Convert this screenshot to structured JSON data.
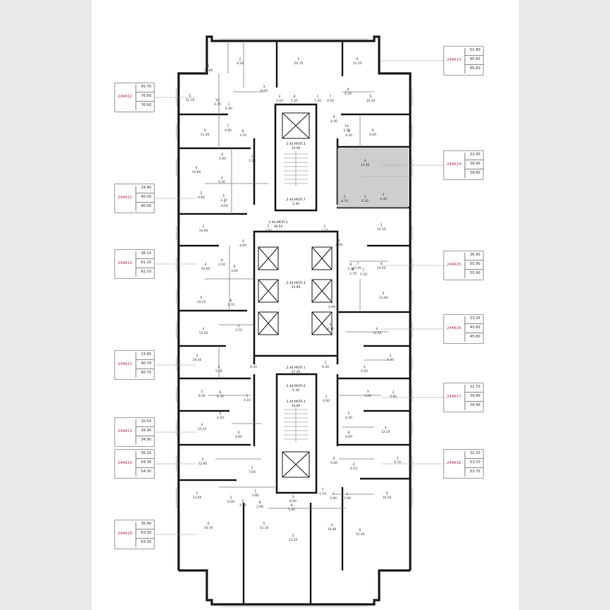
{
  "colors": {
    "wall": "#1a1a1a",
    "thin": "#7a7a7a",
    "highlight": "#bdbdbd",
    "code": "#b02a45"
  },
  "apartments": [
    {
      "code": "244612",
      "values": [
        "45.70",
        "76.60",
        "76.60"
      ]
    },
    {
      "code": "244611",
      "values": [
        "24.40",
        "40.00",
        "40.00"
      ]
    },
    {
      "code": "244610",
      "values": [
        "38.10",
        "61.10",
        "61.10"
      ]
    },
    {
      "code": "244622",
      "values": [
        "23.80",
        "40.70",
        "40.70"
      ]
    },
    {
      "code": "244621",
      "values": [
        "20.50",
        "34.90",
        "34.90"
      ]
    },
    {
      "code": "244620",
      "values": [
        "36.10",
        "54.30",
        "54.30"
      ]
    },
    {
      "code": "244619",
      "values": [
        "35.40",
        "63.30",
        "63.30"
      ]
    },
    {
      "code": "244613",
      "values": [
        "51.80",
        "85.60",
        "85.60"
      ]
    },
    {
      "code": "244614",
      "values": [
        "22.30",
        "39.90",
        "39.90"
      ]
    },
    {
      "code": "244615",
      "values": [
        "36.90",
        "55.90",
        "55.90"
      ]
    },
    {
      "code": "244616",
      "values": [
        "23.30",
        "45.60",
        "45.60"
      ]
    },
    {
      "code": "244617",
      "values": [
        "21.70",
        "34.90",
        "34.90"
      ]
    },
    {
      "code": "244618",
      "values": [
        "31.20",
        "53.70",
        "53.70"
      ]
    }
  ],
  "common_areas": [
    {
      "id": "2.44.МОП.5",
      "area": "14.00"
    },
    {
      "id": "2.44.МОП.7",
      "area": "2.30"
    },
    {
      "id": "2.44.МОП.2",
      "area": "36.50"
    },
    {
      "id": "2.44.МОП.3",
      "area": "25.90"
    },
    {
      "id": "2.44.МОП.1",
      "area": "37.20"
    },
    {
      "id": "2.44.МОП.6",
      "area": "2.30"
    },
    {
      "id": "2.44.МОП.4",
      "area": "14.00"
    }
  ],
  "rooms": [
    [
      "6",
      "12.80"
    ],
    [
      "2",
      "4.50"
    ],
    [
      "2",
      "20.70"
    ],
    [
      "6",
      "11.50"
    ],
    [
      "5",
      "12.10"
    ],
    [
      "10",
      "4.70"
    ],
    [
      "3",
      "6.00"
    ],
    [
      "4",
      "5.10"
    ],
    [
      "8",
      "5.20"
    ],
    [
      "1",
      "7.20"
    ],
    [
      "7",
      "4.50"
    ],
    [
      "9",
      "6.20"
    ],
    [
      "5",
      "10.20"
    ],
    [
      "1",
      "6.40"
    ],
    [
      "7",
      "4.90"
    ],
    [
      "4",
      "11.30"
    ],
    [
      "8",
      "3.70"
    ],
    [
      "9",
      "4.40"
    ],
    [
      "10",
      "3.70"
    ],
    [
      "8",
      "4.40"
    ],
    [
      "4",
      "9.40"
    ],
    [
      "4",
      "14.80"
    ],
    [
      "6",
      "2.00"
    ],
    [
      "3",
      "4.30"
    ],
    [
      "2",
      "9.60"
    ],
    [
      "1",
      "2.30"
    ],
    [
      "4",
      "13.90"
    ],
    [
      "1",
      "8.70"
    ],
    [
      "3",
      "6.30"
    ],
    [
      "2",
      "4.40"
    ],
    [
      "5",
      "3.70"
    ],
    [
      "1",
      "4.00"
    ],
    [
      "2",
      "14.00"
    ],
    [
      "1",
      "3.50"
    ],
    [
      "1",
      "3.50"
    ],
    [
      "2",
      "13.30"
    ],
    [
      "3",
      "4.00"
    ],
    [
      "3",
      "4.00"
    ],
    [
      "4",
      "10.00"
    ],
    [
      "9",
      "2.50"
    ],
    [
      "6",
      "3.90"
    ],
    [
      "7",
      "5.40"
    ],
    [
      "4",
      "10.20"
    ],
    [
      "8",
      "2.30"
    ],
    [
      "6",
      "2.70"
    ],
    [
      "7",
      "5.50"
    ],
    [
      "5",
      "14.10"
    ],
    [
      "8",
      "2.70"
    ],
    [
      "5",
      "4.60"
    ],
    [
      "5",
      "13.40"
    ],
    [
      "3",
      "3.70"
    ],
    [
      "6",
      "4.30"
    ],
    [
      "4",
      "13.50"
    ],
    [
      "4",
      "13.50"
    ],
    [
      "2",
      "10.30"
    ],
    [
      "1",
      "8.20"
    ],
    [
      "1",
      "8.30"
    ],
    [
      "3",
      "5.00"
    ],
    [
      "3",
      "5.10"
    ],
    [
      "2",
      "9.80"
    ],
    [
      "2",
      "8.30"
    ],
    [
      "6",
      "6.70"
    ],
    [
      "1",
      "4.10"
    ],
    [
      "1",
      "4.00"
    ],
    [
      "3",
      "5.00"
    ],
    [
      "2",
      "9.80"
    ],
    [
      "5",
      "4.20"
    ],
    [
      "5",
      "4.20"
    ],
    [
      "4",
      "12.20"
    ],
    [
      "6",
      "4.60"
    ],
    [
      "6",
      "4.60"
    ],
    [
      "4",
      "12.10"
    ],
    [
      "5",
      "12.80"
    ],
    [
      "1",
      "7.60"
    ],
    [
      "5",
      "5.00"
    ],
    [
      "4",
      "6.10"
    ],
    [
      "3",
      "6.70"
    ],
    [
      "2",
      "13.00"
    ],
    [
      "3",
      "6.00"
    ],
    [
      "1",
      "3.60"
    ],
    [
      "3",
      "6.00"
    ],
    [
      "8",
      "5.40"
    ],
    [
      "7",
      "5.70"
    ],
    [
      "7",
      "3.90"
    ],
    [
      "1",
      "2.90"
    ],
    [
      "5",
      "10.20"
    ],
    [
      "6",
      "10.70"
    ],
    [
      "4",
      "4.10"
    ],
    [
      "8",
      "2.90"
    ],
    [
      "5",
      "11.10"
    ],
    [
      "2",
      "13.50"
    ],
    [
      "4",
      "10.80"
    ],
    [
      "6",
      "12.30"
    ]
  ]
}
